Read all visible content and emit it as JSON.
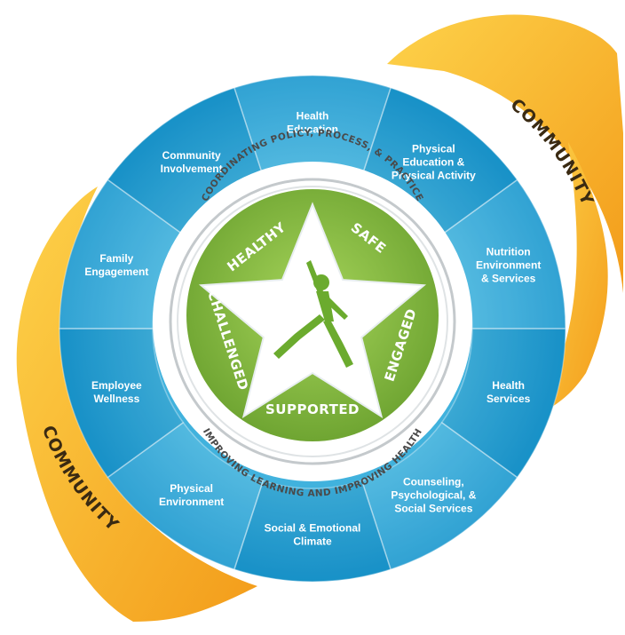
{
  "colors": {
    "wheel_light": "#5fd0ee",
    "wheel_dark": "#1f9fd3",
    "community_band": "#fbb731",
    "community_band_dark": "#f4a21d",
    "green": "#8cc63f",
    "green_dark": "#6fa532",
    "ring_gray": "#bfc4c7",
    "figure": "#6bab2e"
  },
  "community": {
    "top_label": "COMMUNITY",
    "bottom_label": "COMMUNITY"
  },
  "components": [
    {
      "lines": [
        "Health",
        "Education"
      ]
    },
    {
      "lines": [
        "Physical",
        "Education &",
        "Physical Activity"
      ]
    },
    {
      "lines": [
        "Nutrition",
        "Environment",
        "& Services"
      ]
    },
    {
      "lines": [
        "Health",
        "Services"
      ]
    },
    {
      "lines": [
        "Counseling,",
        "Psychological, &",
        "Social Services"
      ]
    },
    {
      "lines": [
        "Social & Emotional",
        "Climate"
      ]
    },
    {
      "lines": [
        "Physical",
        "Environment"
      ]
    },
    {
      "lines": [
        "Employee",
        "Wellness"
      ]
    },
    {
      "lines": [
        "Family",
        "Engagement"
      ]
    },
    {
      "lines": [
        "Community",
        "Involvement"
      ]
    }
  ],
  "ring": {
    "top_text": "COORDINATING POLICY, PROCESS, & PRACTICE",
    "bottom_text": "IMPROVING LEARNING AND IMPROVING HEALTH"
  },
  "tenets": {
    "healthy": "HEALTHY",
    "safe": "SAFE",
    "engaged": "ENGAGED",
    "supported": "SUPPORTED",
    "challenged": "CHALLENGED"
  }
}
